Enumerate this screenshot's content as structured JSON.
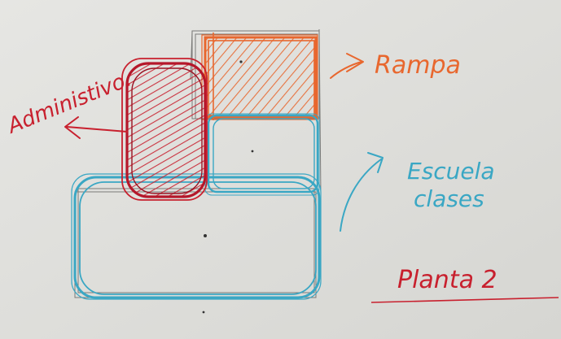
{
  "labels": {
    "administrativo": "Administivo.",
    "rampa": "Rampa",
    "escuela_line1": "Escuela",
    "escuela_line2": "clases",
    "planta": "Planta 2"
  },
  "colors": {
    "paper": "#e4e4e1",
    "red": "#c8202e",
    "orange": "#e8672e",
    "cyan": "#3aa7c4",
    "pencil": "#7a7a78"
  }
}
